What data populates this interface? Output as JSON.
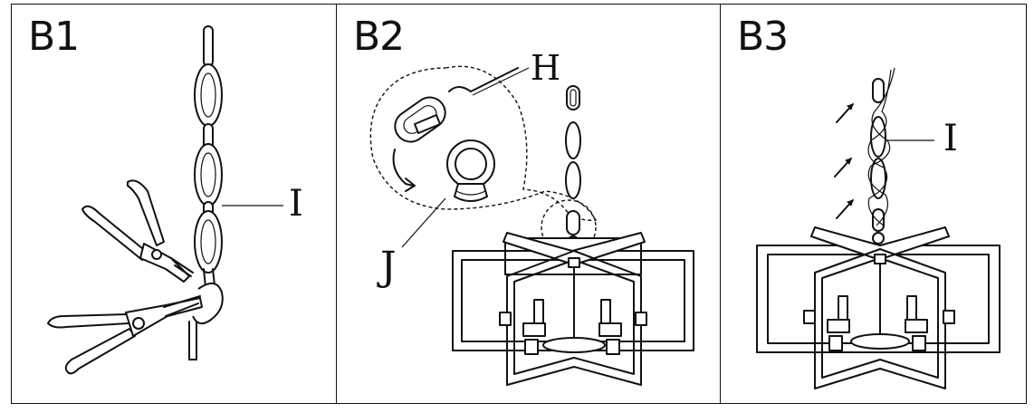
{
  "panels": [
    {
      "step": "B1",
      "callouts": [
        "I"
      ]
    },
    {
      "step": "B2",
      "callouts": [
        "H",
        "J"
      ]
    },
    {
      "step": "B3",
      "callouts": [
        "I"
      ]
    }
  ],
  "icons": [
    "pliers-icon",
    "chain-link-icon",
    "quick-link-icon",
    "eye-hook-icon",
    "rotate-arrow-icon",
    "up-arrow-icon",
    "chandelier-icon"
  ]
}
